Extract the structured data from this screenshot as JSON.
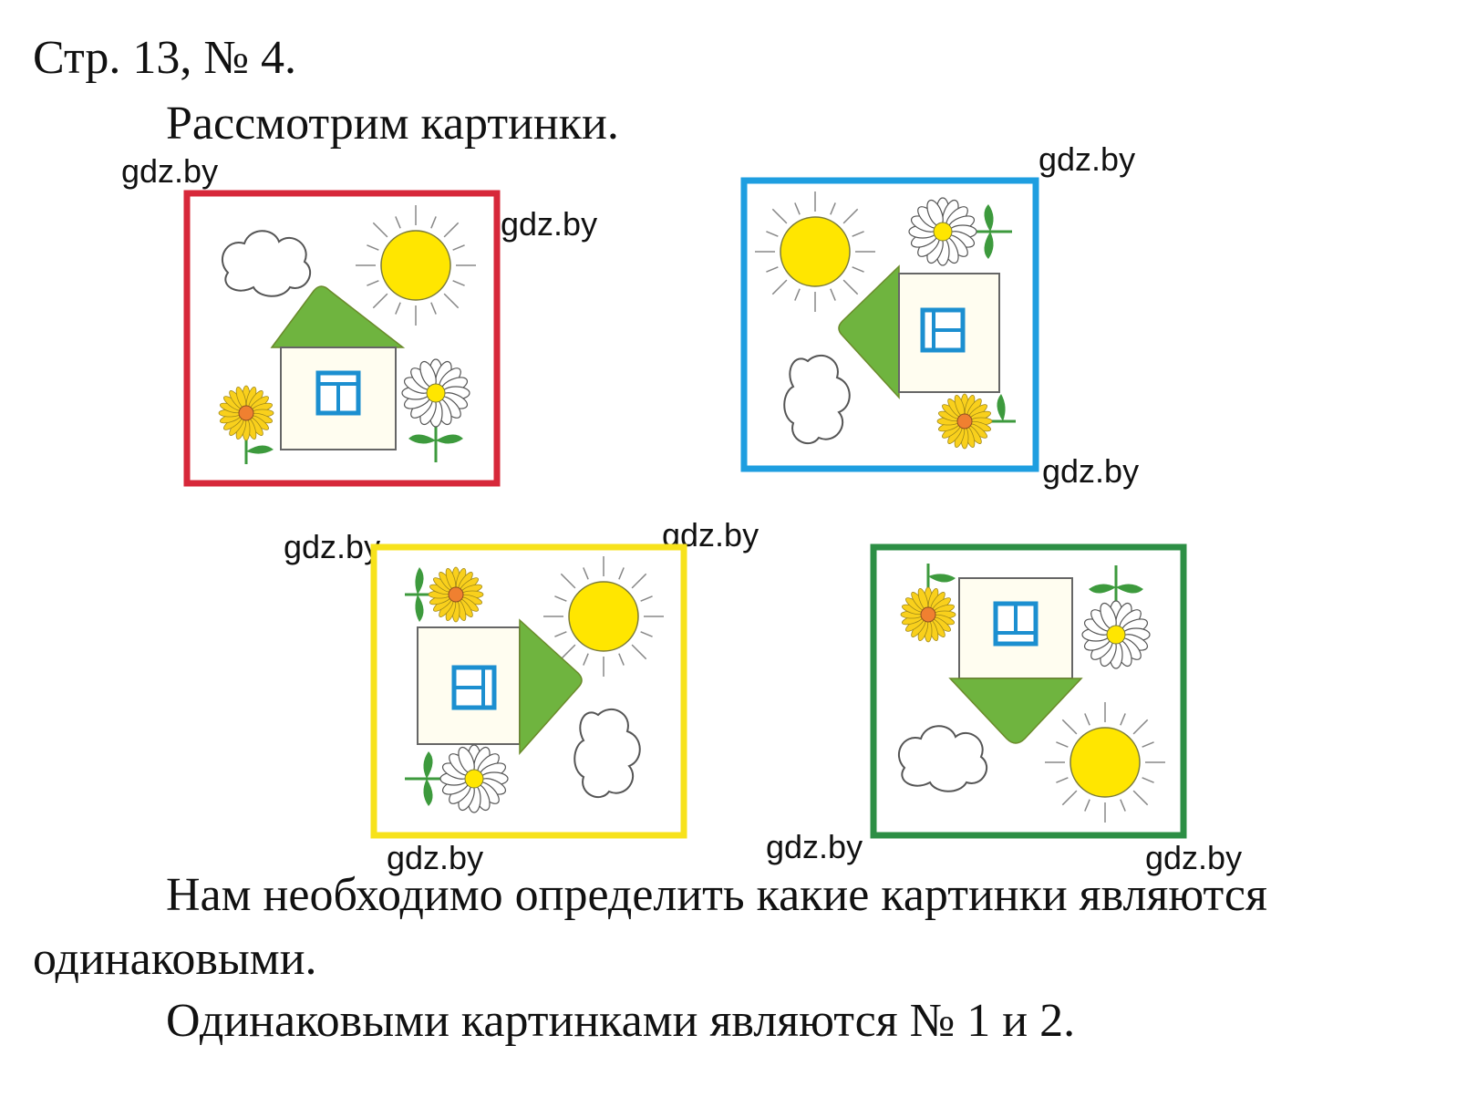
{
  "heading": "Стр. 13, № 4.",
  "intro": "Рассмотрим картинки.",
  "task_line_1": "Нам необходимо определить какие картинки являются",
  "task_line_2": "одинаковыми.",
  "answer": "Одинаковыми картинками являются № 1 и 2.",
  "watermark": "gdz.by",
  "pictures": [
    {
      "frame_color": "#d7283a",
      "roof_direction": "up"
    },
    {
      "frame_color": "#1e9ee0",
      "roof_direction": "left"
    },
    {
      "frame_color": "#f7e21b",
      "roof_direction": "right"
    },
    {
      "frame_color": "#2d8f45",
      "roof_direction": "down"
    }
  ],
  "colors": {
    "sun": "#ffe600",
    "roof": "#6fb43f",
    "window": "#1c8fd0",
    "flower_yellow": "#f9d01c",
    "flower_center": "#f08030",
    "stem": "#3d9a3d"
  }
}
